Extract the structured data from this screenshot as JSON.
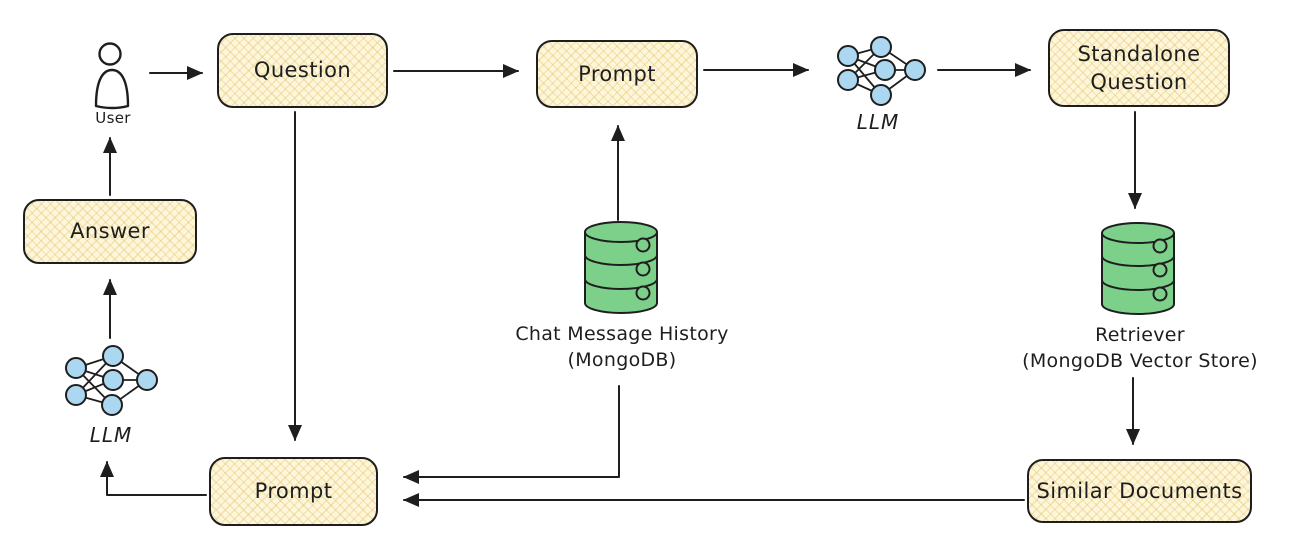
{
  "diagram_type": "flowchart",
  "nodes": {
    "user": {
      "label": "User",
      "icon": "person-icon"
    },
    "question": {
      "label": "Question",
      "shape": "rounded-box"
    },
    "prompt_top": {
      "label": "Prompt",
      "shape": "rounded-box"
    },
    "llm_top": {
      "label": "LLM",
      "icon": "neural-network-icon"
    },
    "standalone_question": {
      "label": "Standalone\nQuestion",
      "shape": "rounded-box"
    },
    "chat_message_history": {
      "label": "Chat Message History\n(MongoDB)",
      "icon": "database-icon"
    },
    "retriever": {
      "label": "Retriever\n(MongoDB Vector Store)",
      "icon": "database-icon"
    },
    "similar_documents": {
      "label": "Similar Documents",
      "shape": "rounded-box"
    },
    "prompt_bottom": {
      "label": "Prompt",
      "shape": "rounded-box"
    },
    "llm_bottom": {
      "label": "LLM",
      "icon": "neural-network-icon"
    },
    "answer": {
      "label": "Answer",
      "shape": "rounded-box"
    }
  },
  "edges": [
    {
      "from": "user",
      "to": "question"
    },
    {
      "from": "question",
      "to": "prompt_top"
    },
    {
      "from": "prompt_top",
      "to": "llm_top"
    },
    {
      "from": "llm_top",
      "to": "standalone_question"
    },
    {
      "from": "standalone_question",
      "to": "retriever"
    },
    {
      "from": "retriever",
      "to": "similar_documents"
    },
    {
      "from": "chat_message_history",
      "to": "prompt_top"
    },
    {
      "from": "chat_message_history",
      "to": "prompt_bottom"
    },
    {
      "from": "question",
      "to": "prompt_bottom"
    },
    {
      "from": "similar_documents",
      "to": "prompt_bottom"
    },
    {
      "from": "prompt_bottom",
      "to": "llm_bottom"
    },
    {
      "from": "llm_bottom",
      "to": "answer"
    },
    {
      "from": "answer",
      "to": "user"
    }
  ],
  "colors": {
    "ink": "#1e1e1e",
    "box_fill": "#fdf6da",
    "box_hatch": "rgba(224,184,80,0.35)",
    "db_green": "#7cd089",
    "node_blue": "#abd7f0",
    "bg": "#ffffff"
  }
}
